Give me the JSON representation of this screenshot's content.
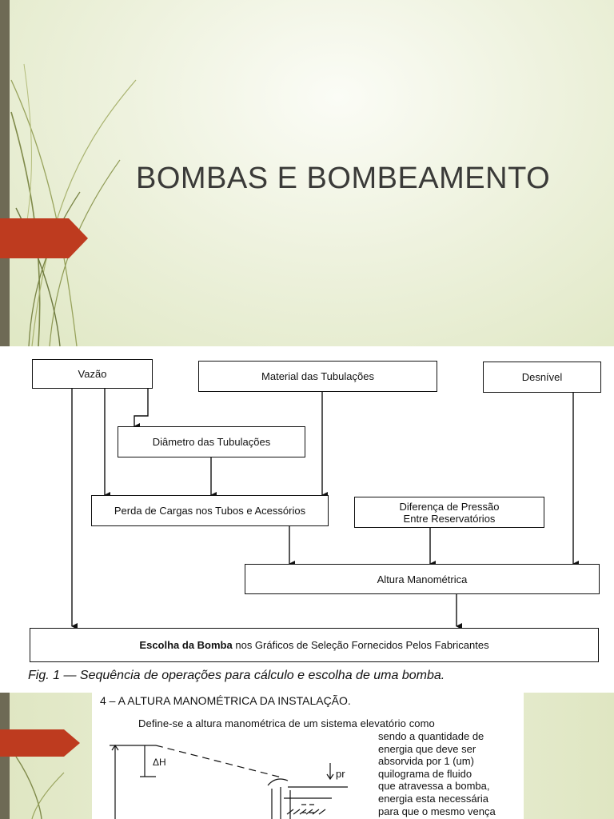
{
  "slide1": {
    "title": "BOMBAS E BOMBEAMENTO",
    "colors": {
      "accent": "#be3b1f",
      "sidebar": "#6e6a55",
      "background": "#e8eed2"
    }
  },
  "flowchart": {
    "boxes": {
      "vazao": "Vazão",
      "material": "Material das Tubulações",
      "desnivel": "Desnível",
      "diametro": "Diâmetro das Tubulações",
      "perda": "Perda de Cargas nos Tubos e Acessórios",
      "diferenca_l1": "Diferença de Pressão",
      "diferenca_l2": "Entre Reservatórios",
      "altura": "Altura Manométrica",
      "escolha_bold": "Escolha da Bomba",
      "escolha_rest": "nos Gráficos de Seleção Fornecidos Pelos Fabricantes"
    },
    "caption_label": "Fig. 1",
    "caption_text": "— Sequência de operações para cálculo e escolha de uma bomba."
  },
  "slide2": {
    "section_title": "4 – A ALTURA MANOMÉTRICA DA INSTALAÇÃO.",
    "intro": "Define-se a altura manométrica de um sistema elevatório como",
    "body_lines": [
      "sendo a quantidade de",
      "energia que deve ser",
      "absorvida por 1 (um)",
      "quilograma de fluido",
      "que atravessa a bomba,",
      "energia esta necessária",
      "para que o mesmo vença"
    ],
    "diagram_labels": {
      "delta_h": "ΔH",
      "pr": "pr"
    }
  }
}
